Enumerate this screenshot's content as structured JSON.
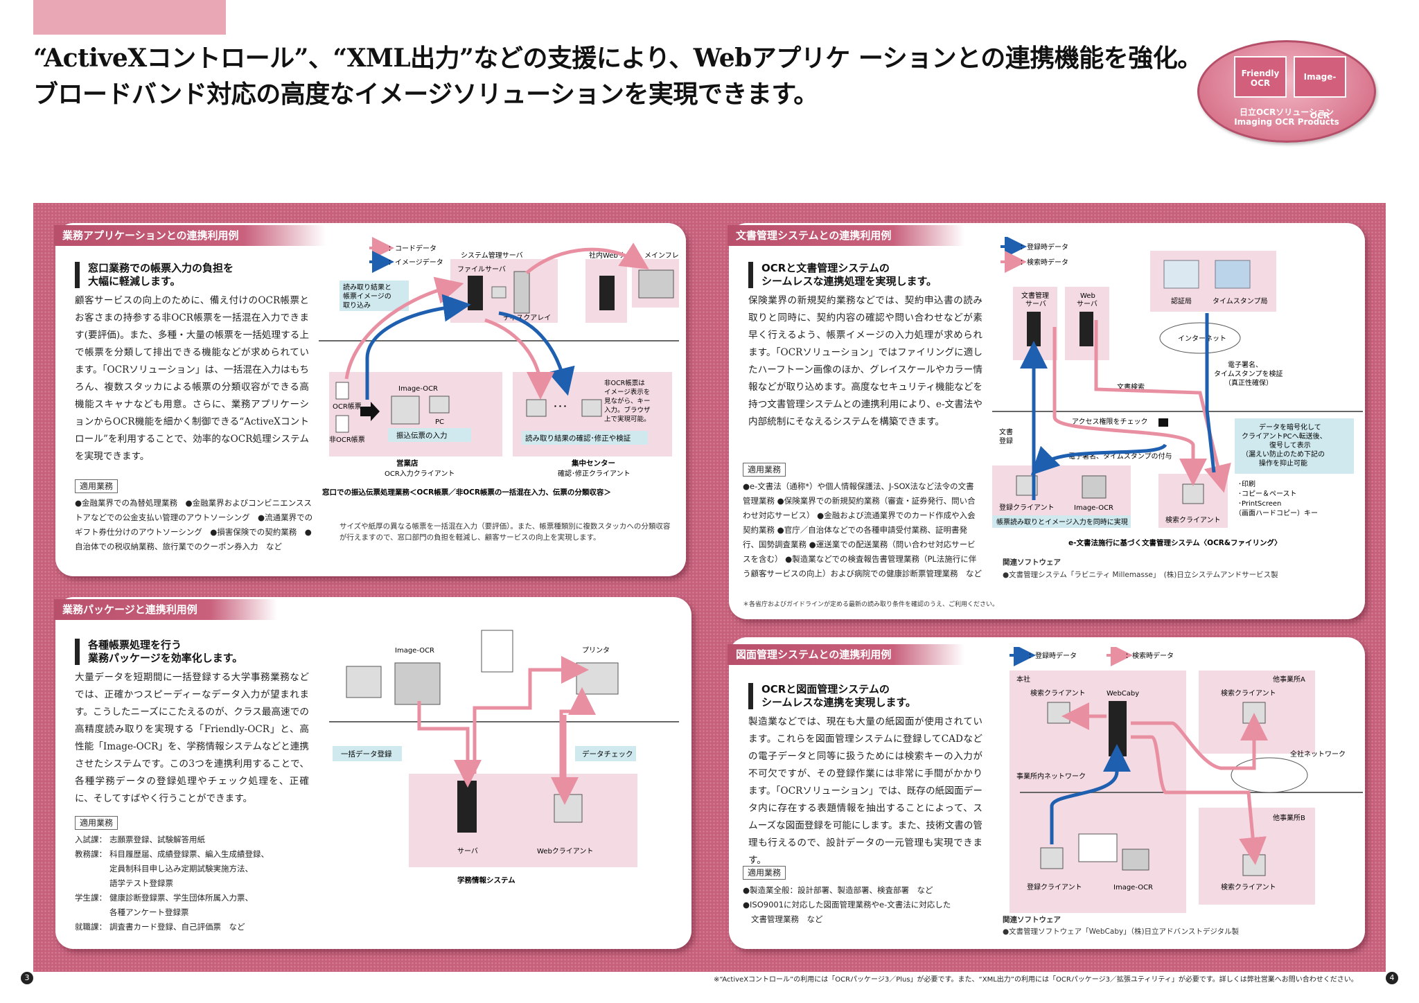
{
  "headline": {
    "line1": "“ActiveXコントロール”、“XML出力”などの支援により、Webアプリケ ーションとの連携機能を強化。",
    "line2": "ブロードバンド対応の高度なイメージソリューションを実現できます。"
  },
  "logo": {
    "box1_l1": "Friendly",
    "box1_l2": "OCR",
    "box2": "Image-OCR",
    "cap1": "日立OCRソリューション",
    "cap2": "Imaging OCR Products"
  },
  "p1": {
    "title": "業務アプリケーションとの連携利用例",
    "lead1": "窓口業務での帳票入力の負担を",
    "lead2": "大幅に軽減します。",
    "body": "顧客サービスの向上のために、備え付けのOCR帳票とお客さまの持参する非OCR帳票を一括混在入力できます(要評価)。また、多種・大量の帳票を一括処理する上で帳票を分類して排出できる機能などが求められています。「OCRソリューション」は、一括混在入力はもちろん、複数スタッカによる帳票の分類収容ができる高機能スキャナなども用意。さらに、業務アプリケーションからOCR機能を細かく制御できる“ActiveXコントロール”を利用することで、効率的なOCR処理システムを実現できます。",
    "tag": "適用業務",
    "apps": "●金融業界での為替処理業務　●金融業界およびコンビニエンスストアなどでの公金支払い管理のアウトソーシング　●流通業界でのギフト券仕分けのアウトソーシング　●損害保険での契約業務　●自治体での税収納業務、旅行業でのクーポン券入力　など",
    "d": {
      "legend_code": "：コードデータ",
      "legend_image": "：イメージデータ",
      "sys": "システム管理サーバ",
      "file": "ファイルサーバ",
      "disk": "ディスクアレイ",
      "web": "社内Webサーバ",
      "main": "メインフレーム",
      "read": "読み取り結果と",
      "read2": "帳票イメージの",
      "read3": "取り込み",
      "iocr": "Image-OCR",
      "pc": "PC",
      "ocrform": "OCR帳票",
      "nonocr": "非OCR帳票",
      "furikomi": "振込伝票の入力",
      "branch": "営業店",
      "branch2": "OCR入力クライアント",
      "nonocr_note1": "非OCR帳票は",
      "nonocr_note2": "イメージ表示を",
      "nonocr_note3": "見ながら、キー",
      "nonocr_note4": "入力。ブラウザ",
      "nonocr_note5": "上で実現可能。",
      "confirm": "読み取り結果の確認･修正や検証",
      "center": "集中センター",
      "center2": "確認･修正クライアント",
      "caption": "窓口での振込伝票処理業務＜OCR帳票／非OCR帳票の一括混在入力、伝票の分類収容＞",
      "caption_note": "サイズや紙厚の異なる帳票を一括混在入力（要評価）。また、帳票種類別に複数スタッカへの分類収容が行えますので、窓口部門の負担を軽減し、顧客サービスの向上を実現します。"
    }
  },
  "p2": {
    "title": "文書管理システムとの連携利用例",
    "lead1": "OCRと文書管理システムの",
    "lead2": "シームレスな連携処理を実現します。",
    "body": "保険業界の新規契約業務などでは、契約申込書の読み取りと同時に、契約内容の確認や問い合わせなどが素早く行えるよう、帳票イメージの入力処理が求められます。「OCRソリューション」ではファイリングに適したハーフトーン画像のほか、グレイスケールやカラー情報などが取り込めます。高度なセキュリティ機能などを持つ文書管理システムとの連携利用により、e-文書法や内部統制にそなえるシステムを構築できます。",
    "tag": "適用業務",
    "apps": "●e-文書法（通称*）や個人情報保護法、J-SOX法など法令の文書管理業務 ●保険業界での新規契約業務（審査・証券発行、問い合わせ対応サービス） ●金融および流通業界でのカード作成や入会契約業務 ●官庁／自治体などでの各種申請受付業務、証明書発行、国勢調査業務 ●運送業での配送業務（問い合わせ対応サービスを含む） ●製造業などでの検査報告書管理業務（PL法施行に伴う顧客サービスの向上）および病院での健康診断票管理業務　など",
    "footnote": "＊各省庁およびガイドラインが定める最新の読み取り条件を確認のうえ、ご利用ください。",
    "d": {
      "legend_reg": "：登録時データ",
      "legend_search": "：検索時データ",
      "docserver": "文書管理",
      "docserver2": "サーバ",
      "webserver": "Web",
      "webserver2": "サーバ",
      "ca": "認証局",
      "ts": "タイムスタンプ局",
      "internet": "インターネット",
      "sig1": "電子署名、",
      "sig2": "タイムスタンプを検証",
      "sig3": "（真正性確保）",
      "search": "文書検索",
      "access": "アクセス権限をチェック",
      "reg1": "文書",
      "reg2": "登録",
      "sigadd": "電子署名、タイムスタンプの付与",
      "enc1": "データを暗号化して",
      "enc2": "クライアントPCへ転送後、",
      "enc3": "復号して表示",
      "enc4": "（漏えい防止のため下記の",
      "enc5": "操作を抑止可能",
      "op1": "･印刷",
      "op2": "･コピー＆ペースト",
      "op3": "･PrintScreen",
      "op4": "（画面ハードコピー）キー",
      "regclient": "登録クライアント",
      "iocr": "Image-OCR",
      "searchclient": "検索クライアント",
      "simul": "帳票読み取りとイメージ入力を同時に実現",
      "caption": "e-文書法施行に基づく文書管理システム〈OCR&ファイリング〉",
      "related": "関連ソフトウェア",
      "related_item": "●文書管理システム「ラビニティ Millemasse」　(株)日立システムアンドサービス製"
    }
  },
  "p3": {
    "title": "業務パッケージと連携利用例",
    "lead1": "各種帳票処理を行う",
    "lead2": "業務パッケージを効率化します。",
    "body": "大量データを短期間に一括登録する大学事務業務などでは、正確かつスピーディーなデータ入力が望まれます。こうしたニーズにこたえるのが、クラス最高速での高精度読み取りを実現する「Friendly-OCR」と、高性能「Image-OCR」を、学務情報システムなどと連携させたシステムです。この3つを連携利用することで、各種学務データの登録処理やチェック処理を、正確に、そしてすばやく行うことができます。",
    "tag": "適用業務",
    "apps": [
      {
        "k": "入試課：",
        "v": "志願票登録、試験解答用紙"
      },
      {
        "k": "教務課：",
        "v": "科目履歴届、成績登録票、編入生成績登録、"
      },
      {
        "k": "",
        "v": "定員制科目申し込み定期試験実施方法、"
      },
      {
        "k": "",
        "v": "語学テスト登録票"
      },
      {
        "k": "学生課：",
        "v": "健康診断登録票、学生団体所属入力票、"
      },
      {
        "k": "",
        "v": "各種アンケート登録票"
      },
      {
        "k": "就職課：",
        "v": "調査書カード登録、自己評価票　など"
      }
    ],
    "d": {
      "iocr": "Image-OCR",
      "printer": "プリンタ",
      "bulk": "一括データ登録",
      "check": "データチェック",
      "server": "サーバ",
      "webclient": "Webクライアント",
      "sys": "学務情報システム"
    }
  },
  "p4": {
    "title": "図面管理システムとの連携利用例",
    "lead1": "OCRと図面管理システムの",
    "lead2": "シームレスな連携を実現します。",
    "body": "製造業などでは、現在も大量の紙図面が使用されています。これらを図面管理システムに登録してCADなどの電子データと同等に扱うためには検索キーの入力が不可欠ですが、その登録作業には非常に手間がかかります。「OCRソリューション」では、既存の紙図面データ内に存在する表題情報を抽出することによって、スムーズな図面登録を可能にします。また、技術文書の管理も行えるので、設計データの一元管理も実現できます。",
    "tag": "適用業務",
    "apps1": "●製造業全般：設計部署、製造部署、検査部署　など",
    "apps2": "●ISO9001に対応した図面管理業務やe-文書法に対応した",
    "apps3": "文書管理業務　など",
    "related": "関連ソフトウェア",
    "related_item": "●文書管理ソフトウェア「WebCaby」（株)日立アドバンストデジタル製",
    "d": {
      "legend_reg": "：登録時データ",
      "legend_search": "：検索時データ",
      "hq": "本社",
      "searchclient": "検索クライアント",
      "webcaby": "WebCaby",
      "branchA": "他事業所A",
      "lan": "事業所内ネットワーク",
      "wan": "全社ネットワーク",
      "branchB": "他事業所B",
      "regclient": "登録クライアント",
      "iocr": "Image-OCR"
    }
  },
  "page_left": "3",
  "page_right": "4",
  "footer": "※“ActiveXコントロール”の利用には「OCRパッケージ3／Plus」が必要です。また、“XML出力”の利用には「OCRパッケージ3／拡張ユティリティ」が必要です。詳しくは弊社営業へお問い合わせください。"
}
